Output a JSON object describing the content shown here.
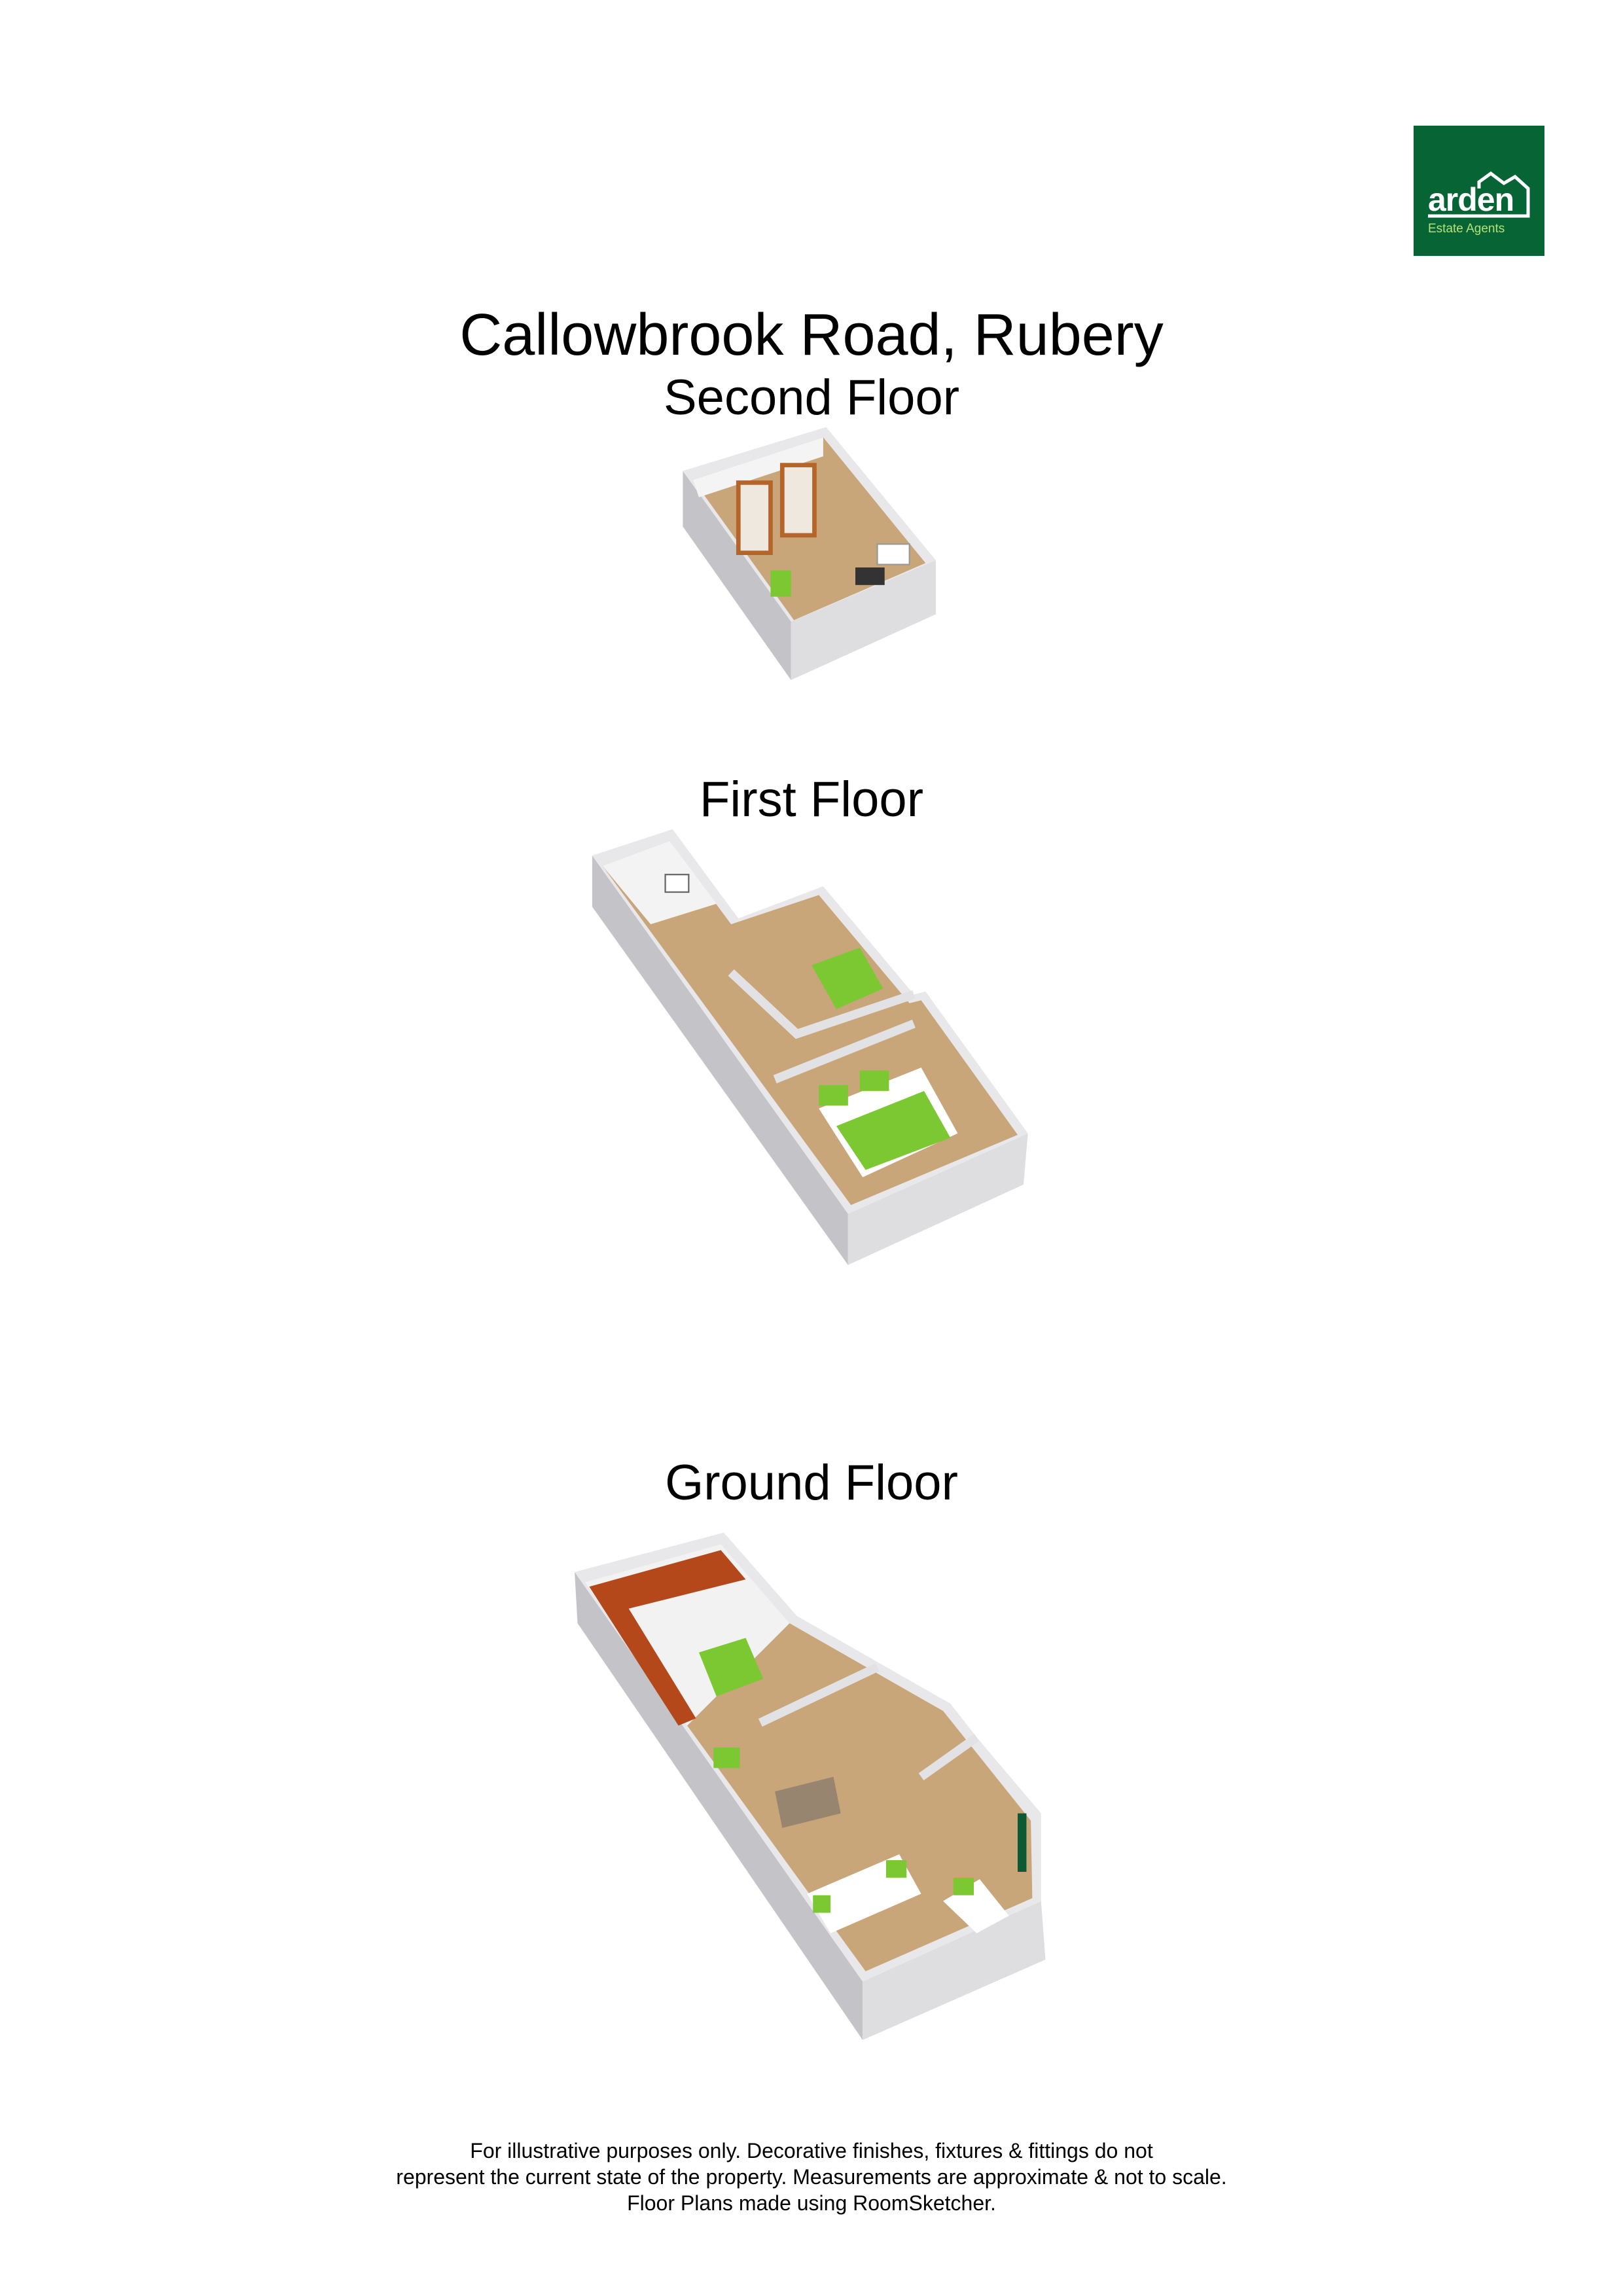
{
  "header": {
    "title": "Callowbrook Road, Rubery",
    "logo": {
      "name": "arden",
      "tagline": "Estate Agents",
      "color": "#076535",
      "tagline_color": "#b6e07a"
    }
  },
  "floors": [
    {
      "label": "Second Floor"
    },
    {
      "label": "First Floor"
    },
    {
      "label": "Ground Floor"
    }
  ],
  "footer": {
    "lines": [
      "For illustrative purposes only. Decorative finishes, fixtures & fittings do not",
      "represent the current state of the property. Measurements are approximate & not to scale.",
      "Floor Plans made using RoomSketcher."
    ]
  },
  "colors": {
    "wood": "#c9a57a",
    "wall": "#d4d4d6",
    "wall_dark": "#b0b0b4",
    "furniture": "#7cc832",
    "counter": "#b5481b",
    "tile": "#f2f2f2"
  }
}
